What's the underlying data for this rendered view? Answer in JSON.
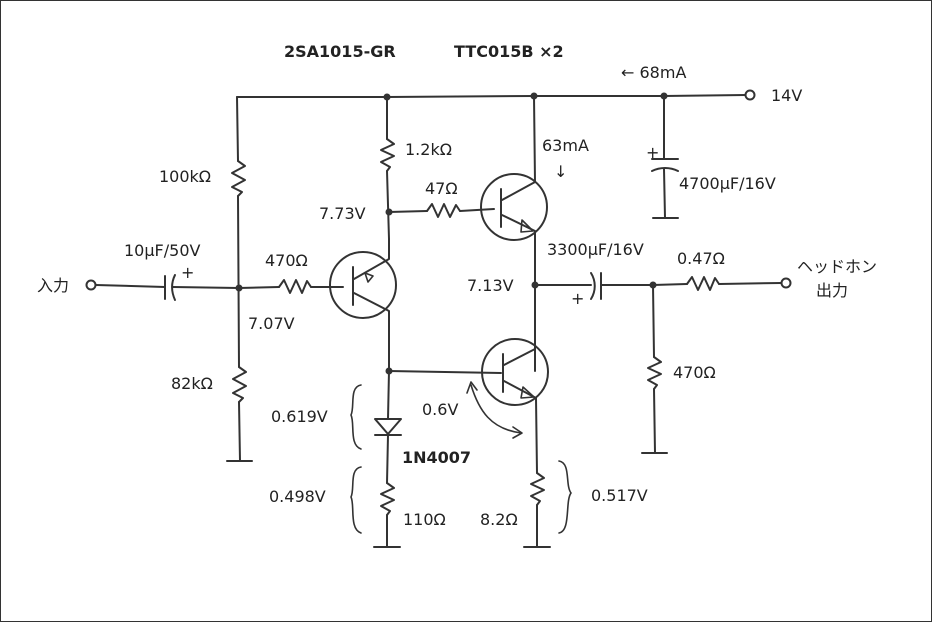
{
  "labels": {
    "pnp_part": "2SA1015-GR",
    "npn_part": "TTC015B ×2",
    "supply_current": "← 68mA",
    "supply_voltage": "14V",
    "r_top_left": "100kΩ",
    "r_collector": "1.2kΩ",
    "current_63": "63mA",
    "arrow_down": "↓",
    "cap_supply": "4700μF/16V",
    "v_773": "7.73V",
    "r_base_47": "47Ω",
    "cap_input": "10μF/50V",
    "r_input_470": "470Ω",
    "input": "入力",
    "v_707": "7.07V",
    "v_713": "7.13V",
    "cap_output": "3300μF/16V",
    "r_output": "0.47Ω",
    "headphone_line1": "ヘッドホン",
    "headphone_line2": "出力",
    "r_bottom_left": "82kΩ",
    "r_load": "470Ω",
    "v_0619": "0.619V",
    "v_06": "0.6V",
    "diode": "1N4007",
    "v_0498": "0.498V",
    "r_110": "110Ω",
    "r_82": "8.2Ω",
    "v_0517": "0.517V",
    "plus": "+"
  }
}
